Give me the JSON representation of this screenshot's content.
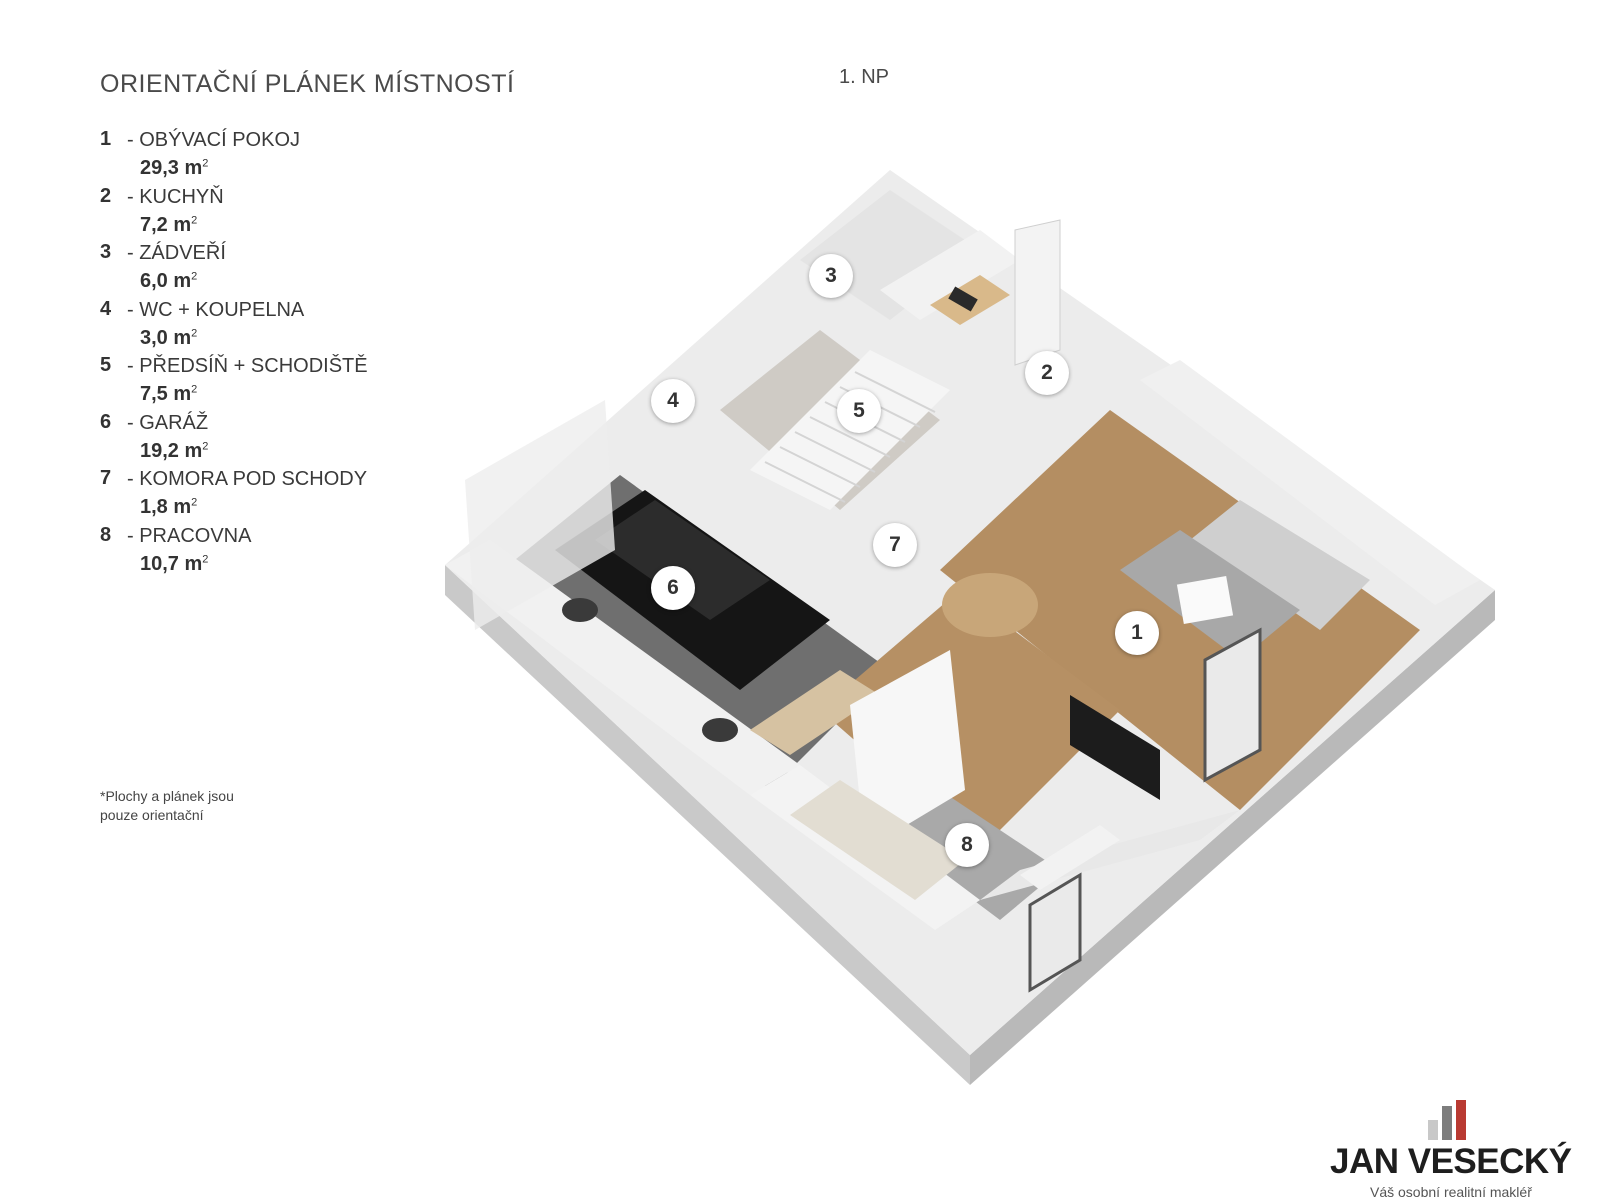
{
  "header": {
    "title": "ORIENTAČNÍ PLÁNEK MÍSTNOSTÍ",
    "floor": "1. NP"
  },
  "rooms": [
    {
      "num": "1",
      "name": "- OBÝVACÍ POKOJ",
      "area": "29,3 m",
      "unit_sup": "2"
    },
    {
      "num": "2",
      "name": "- KUCHYŇ",
      "area": "7,2 m",
      "unit_sup": "2"
    },
    {
      "num": "3",
      "name": "- ZÁDVEŘÍ",
      "area": "6,0 m",
      "unit_sup": "2"
    },
    {
      "num": "4",
      "name": "- WC + KOUPELNA",
      "area": "3,0 m",
      "unit_sup": "2"
    },
    {
      "num": "5",
      "name": "- PŘEDSÍŇ + SCHODIŠTĚ",
      "area": "7,5 m",
      "unit_sup": "2"
    },
    {
      "num": "6",
      "name": "- GARÁŽ",
      "area": "19,2 m",
      "unit_sup": "2"
    },
    {
      "num": "7",
      "name": "- KOMORA POD SCHODY",
      "area": "1,8 m",
      "unit_sup": "2"
    },
    {
      "num": "8",
      "name": "- PRACOVNA",
      "area": "10,7 m",
      "unit_sup": "2"
    }
  ],
  "note": {
    "line1": "*Plochy  a plánek jsou",
    "line2": "pouze orientační"
  },
  "plan_markers": [
    "1",
    "2",
    "3",
    "4",
    "5",
    "6",
    "7",
    "8"
  ],
  "colors": {
    "wall": "#e9e9e9",
    "wall_side": "#c9c9c9",
    "floor_wood": "#b48e62",
    "floor_tile": "#c9c6c0",
    "garage_floor": "#6f6f6f",
    "car": "#151515",
    "logo_bar_light": "#c8c8c8",
    "logo_bar_gray": "#7d7d7d",
    "logo_bar_red": "#b93a32"
  },
  "logo": {
    "name": "JAN VESECKÝ",
    "tagline": "Váš osobní realitní makléř"
  }
}
